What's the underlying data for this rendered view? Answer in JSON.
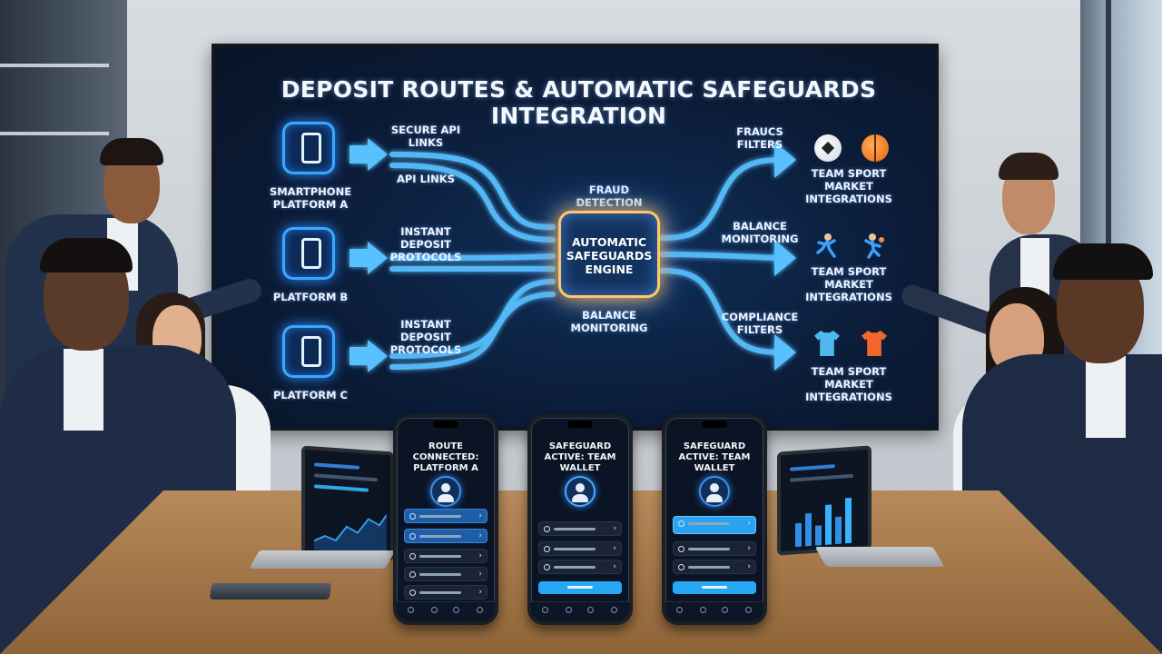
{
  "screen": {
    "title": "DEPOSIT ROUTES & AUTOMATIC SAFEGUARDS INTEGRATION",
    "platforms": [
      {
        "label": "SMARTPHONE PLATFORM A"
      },
      {
        "label": "PLATFORM B"
      },
      {
        "label": "PLATFORM C"
      }
    ],
    "route_labels": [
      "SECURE API LINKS",
      "API LINKS",
      "INSTANT DEPOSIT PROTOCOLS",
      "INSTANT DEPOSIT PROTOCOLS"
    ],
    "engine": {
      "label": "AUTOMATIC SAFEGUARDS ENGINE",
      "top_label": "FRAUD DETECTION",
      "bottom_label": "BALANCE MONITORING"
    },
    "outputs": [
      {
        "filter": "FRAUCS FILTERS",
        "market": "TEAM SPORT MARKET INTEGRATIONS",
        "icons": [
          "soccer-ball-icon",
          "basketball-icon"
        ]
      },
      {
        "filter": "BALANCE MONITORING",
        "market": "TEAM SPORT MARKET INTEGRATIONS",
        "icons": [
          "runner-icon",
          "player-icon"
        ]
      },
      {
        "filter": "COMPLIANCE FILTERS",
        "market": "TEAM SPORT MARKET INTEGRATIONS",
        "icons": [
          "blue-jersey-icon",
          "orange-jersey-icon"
        ]
      }
    ],
    "colors": {
      "glow": "#3aa8ff",
      "engine_glow": "#ffb347"
    }
  },
  "phones": [
    {
      "title": "ROUTE CONNECTED: PLATFORM A"
    },
    {
      "title": "SAFEGUARD ACTIVE: TEAM WALLET"
    },
    {
      "title": "SAFEGUARD ACTIVE: TEAM WALLET"
    }
  ]
}
